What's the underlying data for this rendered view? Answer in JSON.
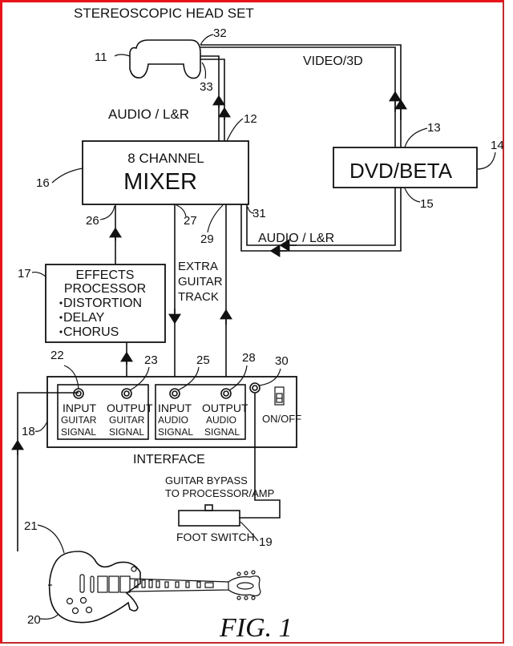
{
  "figure": {
    "caption": "FIG. 1",
    "title": "STEREOSCOPIC HEAD SET"
  },
  "colors": {
    "frame_left_top": "#e8141b",
    "frame_right_bottom": "#c22a2a",
    "ink": "#111111",
    "paper": "#ffffff"
  },
  "components": {
    "headset": {
      "ref": "11",
      "ref_video_port": "32",
      "ref_audio_port": "33"
    },
    "mixer": {
      "ref": "16",
      "line1": "8 CHANNEL",
      "line2": "MIXER"
    },
    "dvd": {
      "ref": "14",
      "label": "DVD/BETA",
      "ref_out_top": "13",
      "ref_out_bottom": "15"
    },
    "effects": {
      "ref": "17",
      "title1": "EFFECTS",
      "title2": "PROCESSOR",
      "items": [
        "DISTORTION",
        "DELAY",
        "CHORUS"
      ]
    },
    "interface": {
      "ref": "18",
      "label": "INTERFACE",
      "jacks": [
        {
          "ref": "22",
          "line1": "INPUT",
          "line2": "GUITAR",
          "line3": "SIGNAL"
        },
        {
          "ref": "23",
          "line1": "OUTPUT",
          "line2": "GUITAR",
          "line3": "SIGNAL"
        },
        {
          "ref": "25",
          "line1": "INPUT",
          "line2": "AUDIO",
          "line3": "SIGNAL"
        },
        {
          "ref": "28",
          "line1": "OUTPUT",
          "line2": "AUDIO",
          "line3": "SIGNAL"
        }
      ],
      "footswitch_jack_ref": "30",
      "power_label": "ON/OFF"
    },
    "footswitch": {
      "ref": "19",
      "label": "FOOT SWITCH",
      "note1": "GUITAR BYPASS",
      "note2": "TO PROCESSOR/AMP"
    },
    "guitar": {
      "ref_body": "20",
      "ref_cable": "21"
    }
  },
  "signals": {
    "video": "VIDEO/3D",
    "audio_to_headset": "AUDIO / L&R",
    "audio_from_dvd": "AUDIO / L&R",
    "extra_track1": "EXTRA",
    "extra_track2": "GUITAR",
    "extra_track3": "TRACK"
  },
  "refs": {
    "headset_in": "12",
    "mixer_in_26": "26",
    "mixer_out_27": "27",
    "mixer_in_29": "29",
    "mixer_in_31": "31"
  }
}
